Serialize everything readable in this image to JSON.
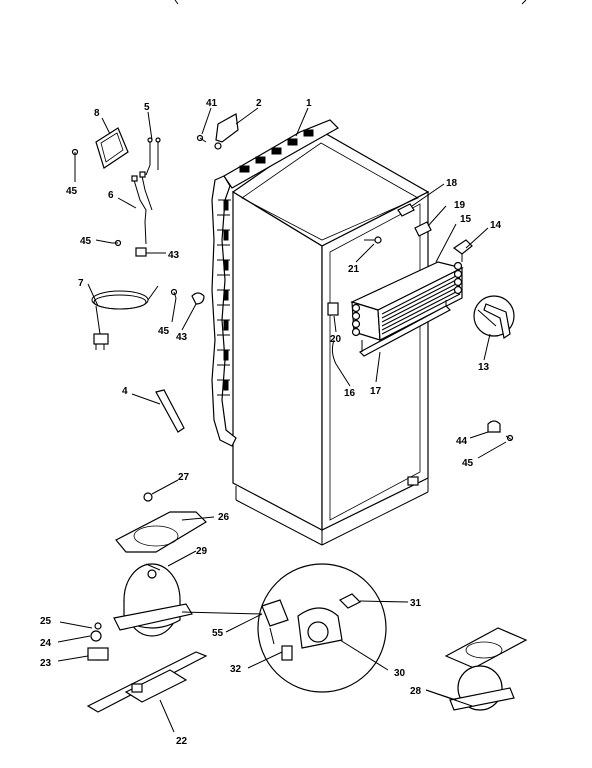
{
  "diagram": {
    "callouts": [
      "1",
      "2",
      "4",
      "5",
      "6",
      "7",
      "8",
      "13",
      "14",
      "15",
      "16",
      "17",
      "18",
      "19",
      "20",
      "21",
      "22",
      "23",
      "24",
      "25",
      "26",
      "27",
      "28",
      "29",
      "30",
      "31",
      "32",
      "41",
      "43",
      "43",
      "44",
      "45",
      "45",
      "45",
      "45",
      "55"
    ]
  },
  "icons": [
    "refrigerator-cabinet",
    "condenser-coil",
    "compressor",
    "relay",
    "overload",
    "power-cord",
    "wire-harness",
    "drain-pan"
  ]
}
